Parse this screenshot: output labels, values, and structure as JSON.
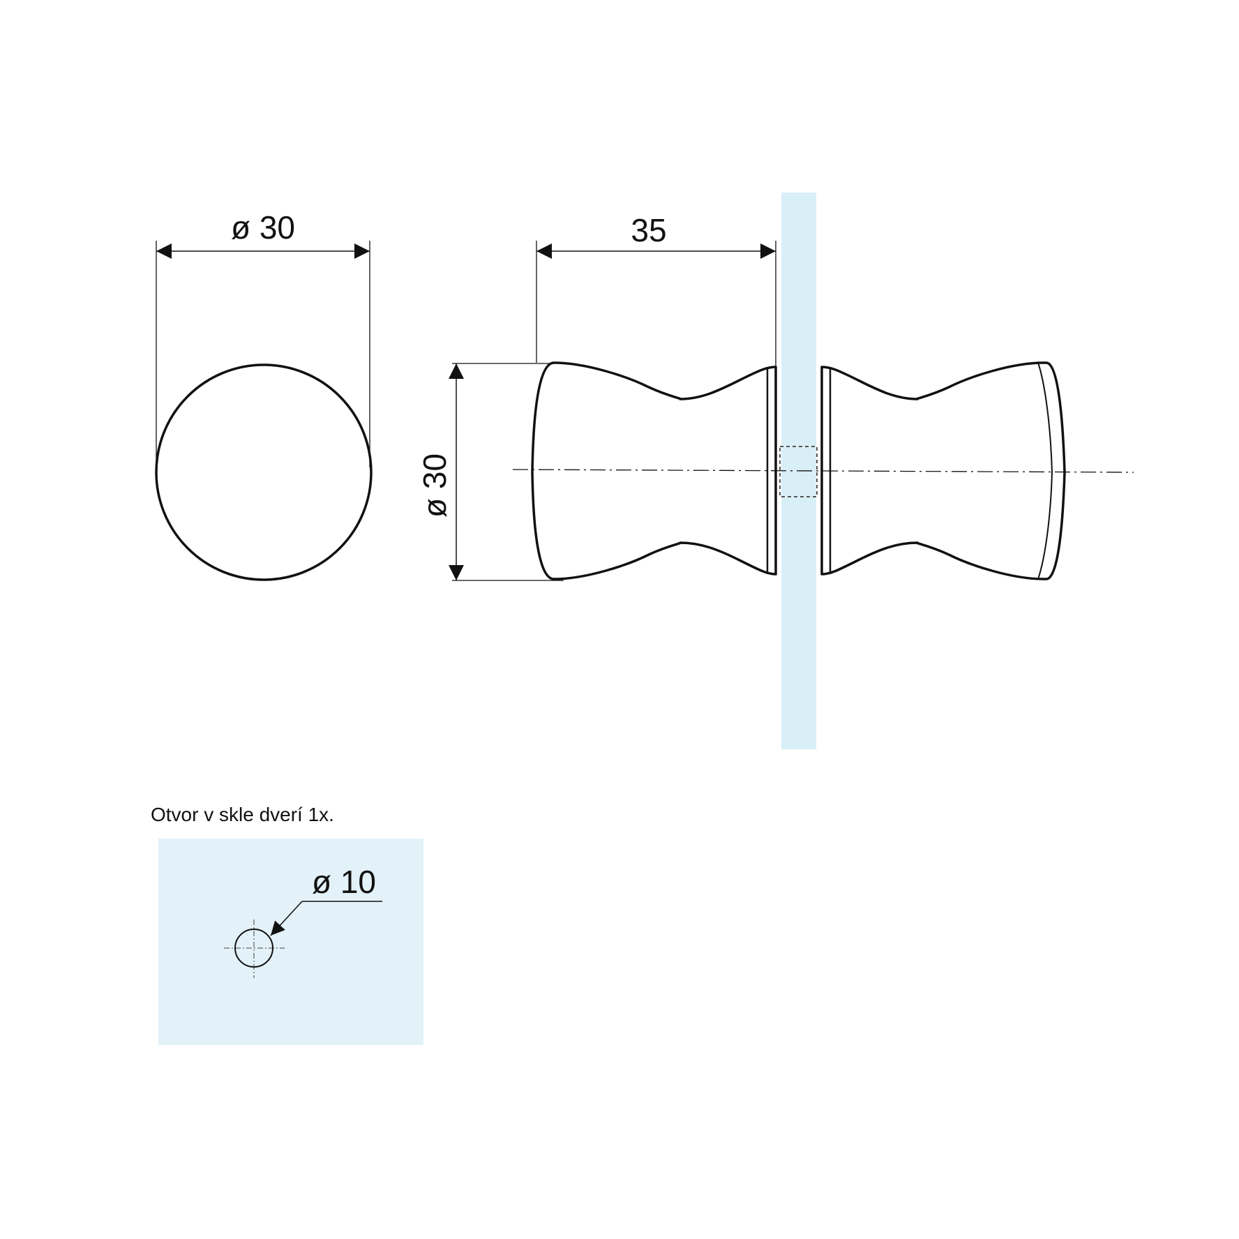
{
  "drawing": {
    "top_view": {
      "diameter_label": "ø 30"
    },
    "side_view": {
      "length_label": "35",
      "diameter_label": "ø 30"
    },
    "hole_detail": {
      "note": "Otvor v skle dverí 1x.",
      "diameter_label": "ø 10"
    },
    "colors": {
      "line": "#111111",
      "glass": "#d9eff7",
      "detail_panel": "#e3f1f8"
    }
  }
}
